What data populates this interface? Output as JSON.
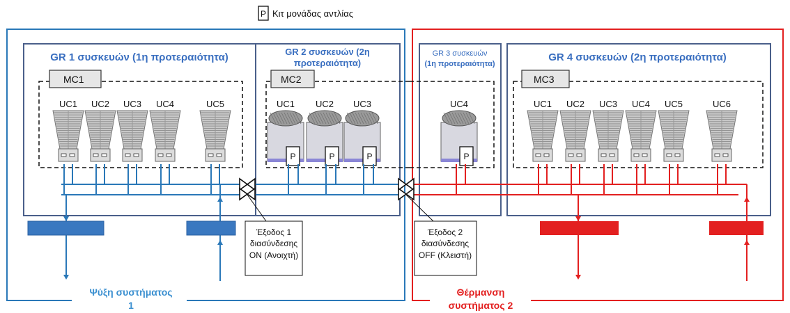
{
  "legend": {
    "symbol": "P",
    "label": "Κιτ μονάδας αντλίας"
  },
  "groups": {
    "gr1": "GR 1 συσκευών (1η προτεραιότητα)",
    "gr2_line1": "GR 2 συσκευών (2η",
    "gr2_line2": "προτεραιότητα)",
    "gr3_line1": "GR 3 συσκευών",
    "gr3_line2": "(1η προτεραιότητα)",
    "gr4": "GR 4 συσκευών (2η προτεραιότητα)"
  },
  "controllers": {
    "mc1": "MC1",
    "mc2": "MC2",
    "mc3": "MC3"
  },
  "units": {
    "g1": [
      "UC1",
      "UC2",
      "UC3",
      "UC4",
      "UC5"
    ],
    "g2": [
      "UC1",
      "UC2",
      "UC3"
    ],
    "g3": [
      "UC4"
    ],
    "g4": [
      "UC1",
      "UC2",
      "UC3",
      "UC4",
      "UC5",
      "UC6"
    ]
  },
  "pump_label": "P",
  "outputs": {
    "out1": [
      "Έξοδος 1",
      "διασύνδεσης",
      "ON (Ανοιχτή)"
    ],
    "out2": [
      "Έξοδος 2",
      "διασύνδεσης",
      "OFF (Κλειστή)"
    ]
  },
  "systems": {
    "sys1": [
      "Ψύξη συστήματος",
      "1"
    ],
    "sys2": [
      "Θέρμανση",
      "συστήματος 2"
    ]
  },
  "colors": {
    "blue": "#2a78b8",
    "red": "#e32020",
    "group_border": "#4a5f8a",
    "title_blue": "#3a6fc0"
  }
}
